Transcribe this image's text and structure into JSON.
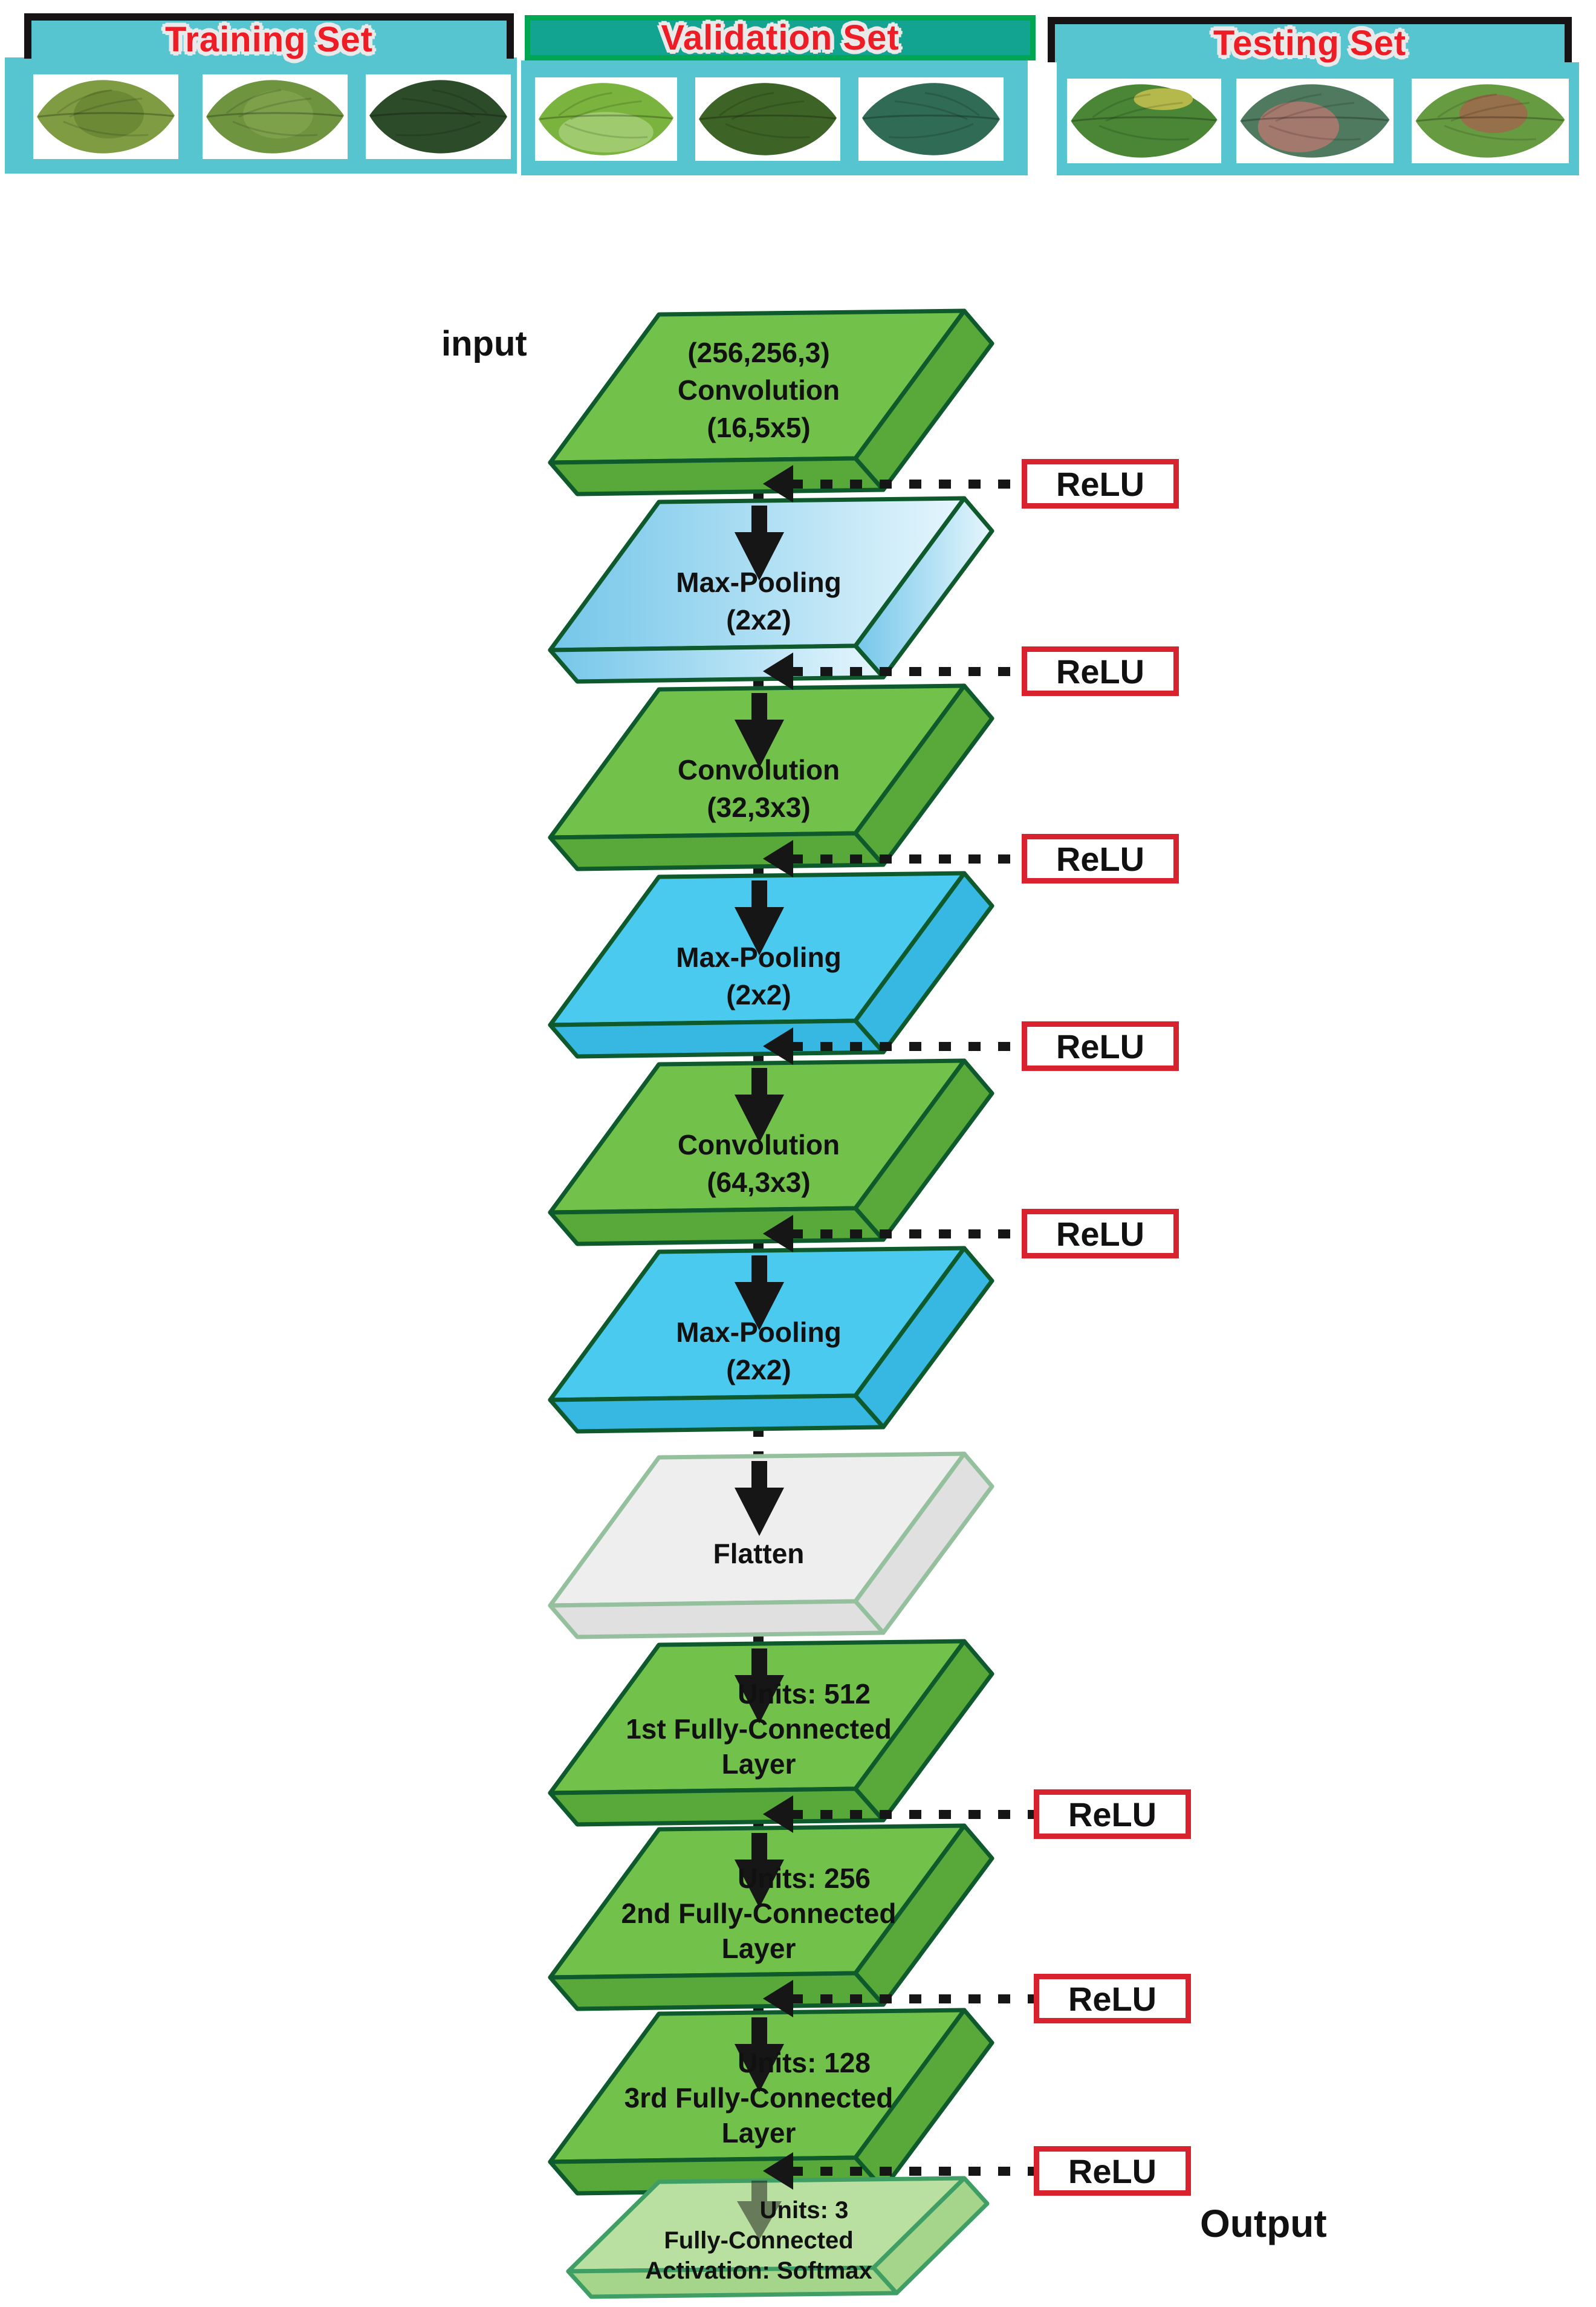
{
  "banner": {
    "sections": [
      {
        "title": "Training Set",
        "leaves": [
          {
            "name": "healthy-mottled-leaf",
            "fill": "#7f9c43",
            "spot": "#6c8a36"
          },
          {
            "name": "healthy-olive-leaf",
            "fill": "#6f9440",
            "spot": "#7da14b"
          },
          {
            "name": "dark-green-leaf",
            "fill": "#2c4b28",
            "spot": "none"
          }
        ]
      },
      {
        "title": "Validation Set",
        "leaves": [
          {
            "name": "bright-green-leaf",
            "fill": "#7ab33e",
            "spot": "#9fca6d"
          },
          {
            "name": "deep-green-leaf",
            "fill": "#3e6326",
            "spot": "none"
          },
          {
            "name": "blue-green-leaf",
            "fill": "#2f6b55",
            "spot": "none"
          }
        ]
      },
      {
        "title": "Testing Set",
        "leaves": [
          {
            "name": "yellow-edge-leaf",
            "fill": "#4a8636",
            "spot": "#b5b84a"
          },
          {
            "name": "brown-blotch-leaf",
            "fill": "#4f7a5f",
            "spot": "#a3786d"
          },
          {
            "name": "brown-center-leaf",
            "fill": "#679b41",
            "spot": "#96704a"
          }
        ]
      }
    ]
  },
  "labels": {
    "input": "input",
    "output": "Output"
  },
  "relu_label": "ReLU",
  "colors": {
    "teal_banner": "#56c5cf",
    "validation_banner": "#12a491",
    "validation_border": "#00a651",
    "banner_border_black": "#171314",
    "title_red": "#ee1c25",
    "relu_border": "#d8232e",
    "dash_black": "#161616",
    "text_black": "#111111"
  },
  "layers": [
    {
      "name": "input-convolution",
      "lines": [
        "(256,256,3)",
        "Convolution",
        "(16,5x5)"
      ],
      "fill": "#72c14b",
      "side": "#58a83a",
      "stroke": "#0e5a2c"
    },
    {
      "name": "max-pooling-1",
      "lines": [
        "Max-Pooling",
        "(2x2)"
      ],
      "fill": "gradient",
      "grad_left": "#74c6e9",
      "grad_right": "#e6f6fd",
      "side": "#bfe6f6",
      "stroke": "#0e5a2c"
    },
    {
      "name": "convolution-2",
      "lines": [
        "Convolution",
        "(32,3x3)"
      ],
      "fill": "#72c14b",
      "side": "#58a83a",
      "stroke": "#0e5a2c"
    },
    {
      "name": "max-pooling-2",
      "lines": [
        "Max-Pooling",
        "(2x2)"
      ],
      "fill": "#4bcaf0",
      "side": "#36b8e2",
      "stroke": "#0e5a2c"
    },
    {
      "name": "convolution-3",
      "lines": [
        "Convolution",
        "(64,3x3)"
      ],
      "fill": "#72c14b",
      "side": "#58a83a",
      "stroke": "#0e5a2c"
    },
    {
      "name": "max-pooling-3",
      "lines": [
        "Max-Pooling",
        "(2x2)"
      ],
      "fill": "#4bcaf0",
      "side": "#36b8e2",
      "stroke": "#0e5a2c"
    },
    {
      "name": "flatten",
      "lines": [
        "Flatten"
      ],
      "fill": "#eeeeee",
      "side": "#e0e0e0",
      "stroke": "#95c09e"
    },
    {
      "name": "fully-connected-1",
      "lines": [
        "Units: 512",
        "1st Fully-Connected",
        "Layer"
      ],
      "fill": "#72c14b",
      "side": "#58a83a",
      "stroke": "#0e5a2c"
    },
    {
      "name": "fully-connected-2",
      "lines": [
        "Units: 256",
        "2nd Fully-Connected",
        "Layer"
      ],
      "fill": "#72c14b",
      "side": "#58a83a",
      "stroke": "#0e5a2c"
    },
    {
      "name": "fully-connected-3",
      "lines": [
        "Units: 128",
        "3rd Fully-Connected",
        "Layer"
      ],
      "fill": "#72c14b",
      "side": "#58a83a",
      "stroke": "#0e5a2c"
    },
    {
      "name": "output-softmax",
      "lines": [
        "Units: 3",
        "Fully-Connected",
        "Activation: Softmax"
      ],
      "fill": "#b9e0a0",
      "side": "#a5d58b",
      "stroke": "#3f9e63"
    }
  ]
}
